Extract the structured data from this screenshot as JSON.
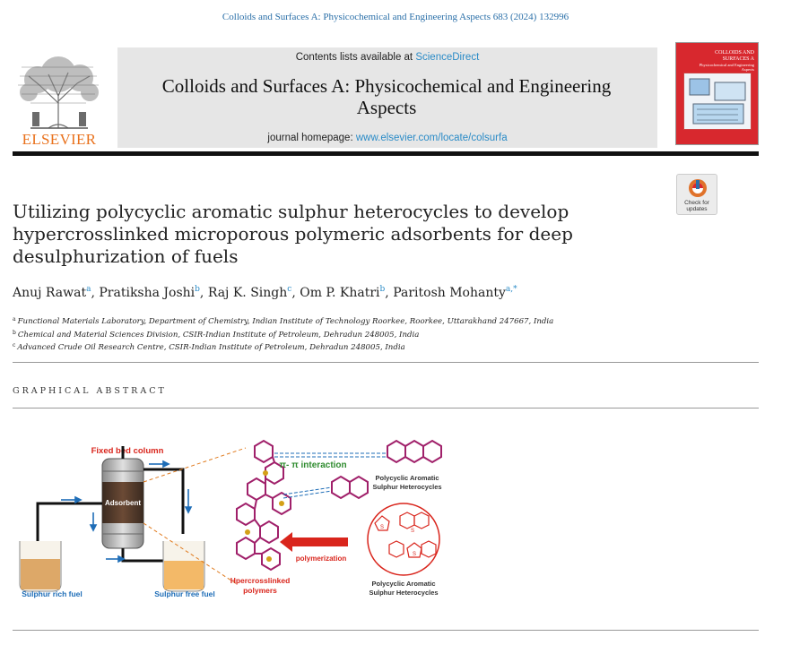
{
  "citation": "Colloids and Surfaces A: Physicochemical and Engineering Aspects 683 (2024) 132996",
  "publisher": {
    "name": "ELSEVIER",
    "color": "#e9711c"
  },
  "banner": {
    "contents_prefix": "Contents lists available at ",
    "contents_link": "ScienceDirect",
    "journal_title": "Colloids and Surfaces A: Physicochemical and Engineering Aspects",
    "homepage_prefix": "journal homepage: ",
    "homepage_link": "www.elsevier.com/locate/colsurfa",
    "link_color": "#2a8bc7"
  },
  "cover": {
    "title": "COLLOIDS AND SURFACES A",
    "subtitle": "Physicochemical and Engineering Aspects"
  },
  "check_updates": "Check for updates",
  "article": {
    "title": "Utilizing polycyclic aromatic sulphur heterocycles to develop hypercrosslinked microporous polymeric adsorbents for deep desulphurization of fuels",
    "authors": [
      {
        "name": "Anuj Rawat",
        "sup": "a",
        "sep": ", "
      },
      {
        "name": "Pratiksha Joshi",
        "sup": "b",
        "sep": ", "
      },
      {
        "name": "Raj K. Singh",
        "sup": "c",
        "sep": ", "
      },
      {
        "name": "Om P. Khatri",
        "sup": "b",
        "sep": ", "
      },
      {
        "name": "Paritosh Mohanty",
        "sup": "a,*",
        "sep": ""
      }
    ],
    "affiliations": [
      {
        "sup": "a",
        "text": "Functional Materials Laboratory, Department of Chemistry, Indian Institute of Technology Roorkee, Roorkee, Uttarakhand 247667, India"
      },
      {
        "sup": "b",
        "text": "Chemical and Material Sciences Division, CSIR-Indian Institute of Petroleum, Dehradun 248005, India"
      },
      {
        "sup": "c",
        "text": "Advanced Crude Oil Research Centre, CSIR-Indian Institute of Petroleum, Dehradun 248005, India"
      }
    ]
  },
  "graphical_abstract": {
    "heading": "GRAPHICAL ABSTRACT",
    "labels": {
      "column": "Fixed bed column",
      "adsorbent": "Adsorbent",
      "rich": "Sulphur rich fuel",
      "free": "Sulphur free fuel",
      "interaction": "π- π interaction",
      "pash_top_1": "Polycyclic Aromatic",
      "pash_top_2": "Sulphur Heterocycles",
      "polymerization": "polymerization",
      "hcp_1": "Hpercrosslinked",
      "hcp_2": "polymers",
      "pash_bot_1": "Polycyclic Aromatic",
      "pash_bot_2": "Sulphur Heterocycles"
    },
    "colors": {
      "red": "#d9251c",
      "blue": "#1e6db7",
      "green": "#2e8b2e",
      "molecule": "#a0206a",
      "orange": "#e07b1f"
    }
  }
}
